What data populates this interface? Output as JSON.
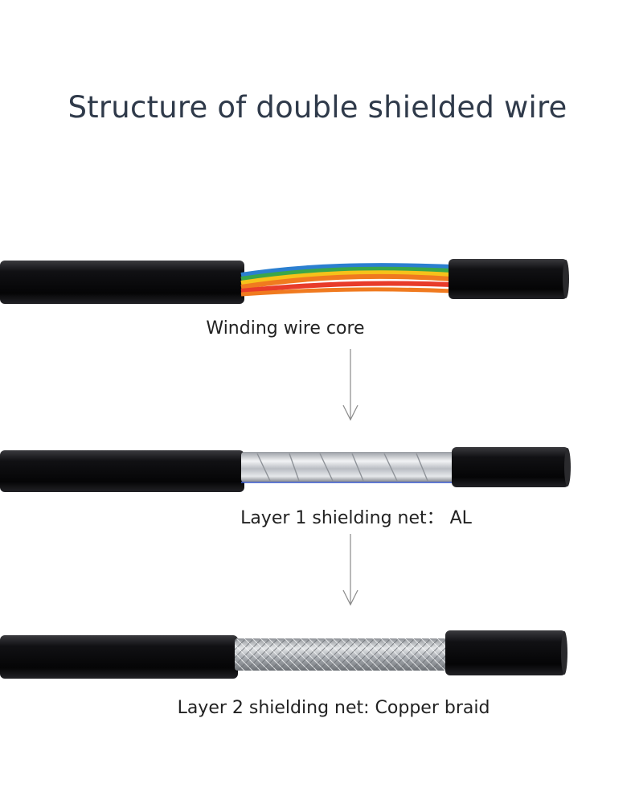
{
  "title": "Structure of double shielded wire",
  "layers": [
    {
      "caption": "Winding wire core",
      "core": "colored-wires"
    },
    {
      "caption": "Layer 1 shielding net： AL",
      "core": "aluminum-foil"
    },
    {
      "caption": "Layer 2 shielding net: Copper braid",
      "core": "copper-braid"
    }
  ],
  "colors": {
    "jacket": "#0e0e10",
    "title": "#2f3a4a",
    "arrow": "#8a8a8a",
    "wires": [
      "#f6c21a",
      "#3aa64a",
      "#2b7fd0",
      "#e83b2a",
      "#f07a1f"
    ]
  }
}
